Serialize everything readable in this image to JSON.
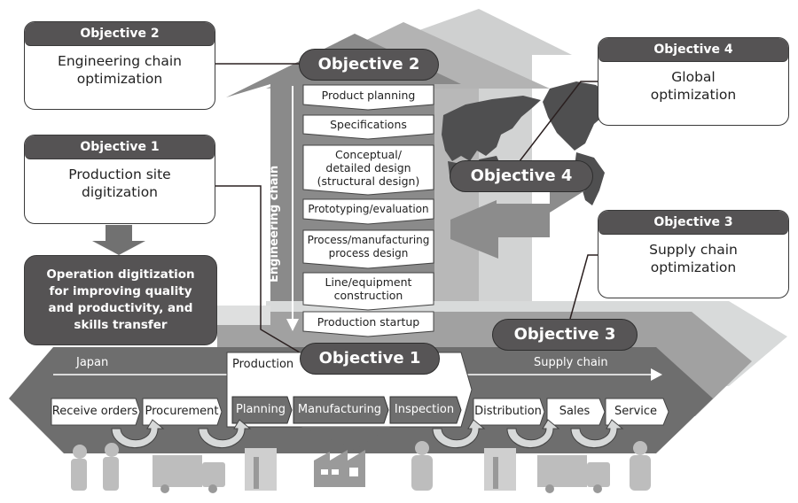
{
  "colors": {
    "dark_fill": "#555354",
    "band_dark": "#6e6e6e",
    "band_mid": "#9c9c9c",
    "band_light": "#d6d8d8",
    "white": "#ffffff"
  },
  "objective_cards": [
    {
      "header": "Objective 2",
      "body_lines": [
        "Engineering chain",
        "optimization"
      ]
    },
    {
      "header": "Objective 1",
      "body_lines": [
        "Production site",
        "digitization"
      ]
    },
    {
      "header": "Objective 4",
      "body_lines": [
        "Global",
        "optimization"
      ]
    },
    {
      "header": "Objective 3",
      "body_lines": [
        "Supply chain",
        "optimization"
      ]
    }
  ],
  "operation_box": {
    "lines": [
      "Operation digitization",
      "for improving quality",
      "and productivity, and",
      "skills transfer"
    ]
  },
  "pills": {
    "objective2": "Objective 2",
    "objective1": "Objective 1",
    "objective4": "Objective 4",
    "objective3": "Objective 3"
  },
  "engineering_chain": {
    "label": "Engineering chain",
    "steps": [
      "Product planning",
      "Specifications",
      "Conceptual/ detailed design (structural design)",
      "Prototyping/evaluation",
      "Process/manufacturing process design",
      "Line/equipment construction",
      "Production startup"
    ],
    "step_lines": [
      [
        "Product planning"
      ],
      [
        "Specifications"
      ],
      [
        "Conceptual/",
        "detailed design",
        "(structural design)"
      ],
      [
        "Prototyping/evaluation"
      ],
      [
        "Process/manufacturing",
        "process design"
      ],
      [
        "Line/equipment",
        "construction"
      ],
      [
        "Production startup"
      ]
    ]
  },
  "supply_band": {
    "left_label": "Japan",
    "right_label": "Supply chain",
    "production_label": "Production",
    "steps_left": [
      "Receive orders",
      "Procurement"
    ],
    "steps_production": [
      "Planning",
      "Manufacturing",
      "Inspection"
    ],
    "steps_right": [
      "Distribution",
      "Sales",
      "Service"
    ]
  },
  "illustrations": [
    "handshake-people",
    "truck",
    "warehouse-workers",
    "factory",
    "worker-with-tablet",
    "warehouse-workers",
    "truck",
    "worker-with-tablet"
  ]
}
